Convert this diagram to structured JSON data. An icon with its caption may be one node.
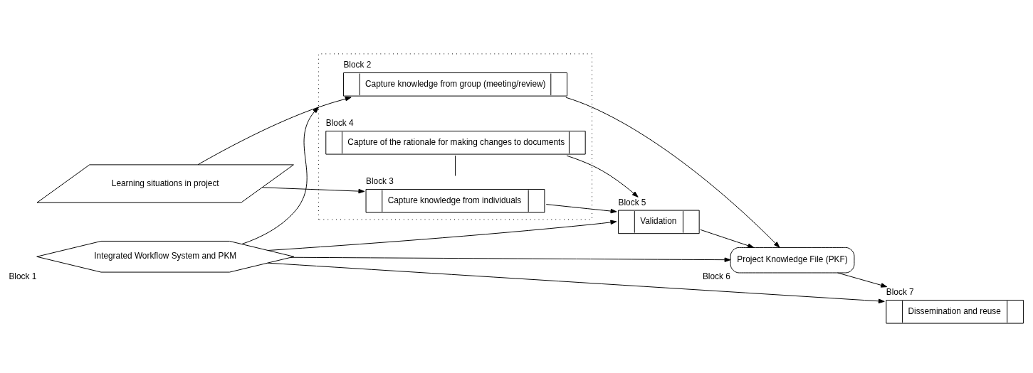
{
  "diagram": {
    "nodes": [
      {
        "text": [
          "Block 1",
          "Integrated Workflow System and PKM"
        ]
      },
      {
        "text": [
          "Learning situations in project"
        ]
      },
      {
        "text": [],
        "shape": "box"
      },
      {
        "text": [
          "Block 2",
          "Capture knowledge from group (meeting/review)"
        ],
        "in": 2
      },
      {
        "text": [
          "Block 3",
          "Capture knowledge from individuals"
        ],
        "in": 2
      },
      {
        "text": [
          "Block 4",
          "Capture of the rationale for making changes to documents"
        ],
        "in": 2
      },
      {
        "text": [
          "Block 5",
          "Validation"
        ]
      },
      {
        "text": [
          "Block 6",
          "Project Knowledge File (PKF)"
        ]
      },
      {
        "text": [
          "Block 7",
          "Dissemination and reuse"
        ]
      }
    ],
    "edges": [
      {
        "from": 0,
        "to": 2,
        "arrow": "to"
      },
      {
        "from": 0,
        "to": 6,
        "arrow": "to"
      },
      {
        "from": 0,
        "to": 7,
        "arrow": "to"
      },
      {
        "from": 0,
        "to": 8,
        "arrow": "to"
      },
      {
        "from": 1,
        "to": 3,
        "arrow": "to"
      },
      {
        "from": 1,
        "to": 4,
        "arrow": "to"
      },
      {
        "from": 3,
        "to": 7,
        "arrow": "to"
      },
      {
        "from": 4,
        "to": 5,
        "arrow": "none"
      },
      {
        "from": 4,
        "to": 6,
        "arrow": "to"
      },
      {
        "from": 5,
        "to": 6,
        "arrow": "to"
      },
      {
        "from": 6,
        "to": 7,
        "arrow": "to"
      },
      {
        "from": 7,
        "to": 8,
        "arrow": "to"
      }
    ]
  }
}
